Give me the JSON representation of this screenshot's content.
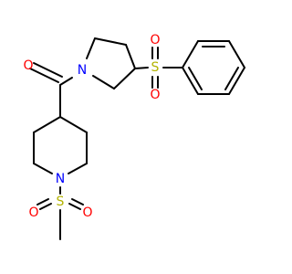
{
  "colors": {
    "bond": "#000000",
    "oxygen": "#ff0000",
    "nitrogen": "#0000ff",
    "sulfur": "#b3b300",
    "background": "#ffffff"
  },
  "atoms": {
    "o_carbonyl": "O",
    "n_pyrrolidine": "N",
    "s_phenylsulfonyl": "S",
    "o_sulfonyl_top": "O",
    "o_sulfonyl_bottom": "O",
    "n_piperidine": "N",
    "s_methylsulfonyl": "S",
    "o_methylsulfonyl_left": "O",
    "o_methylsulfonyl_right": "O"
  }
}
